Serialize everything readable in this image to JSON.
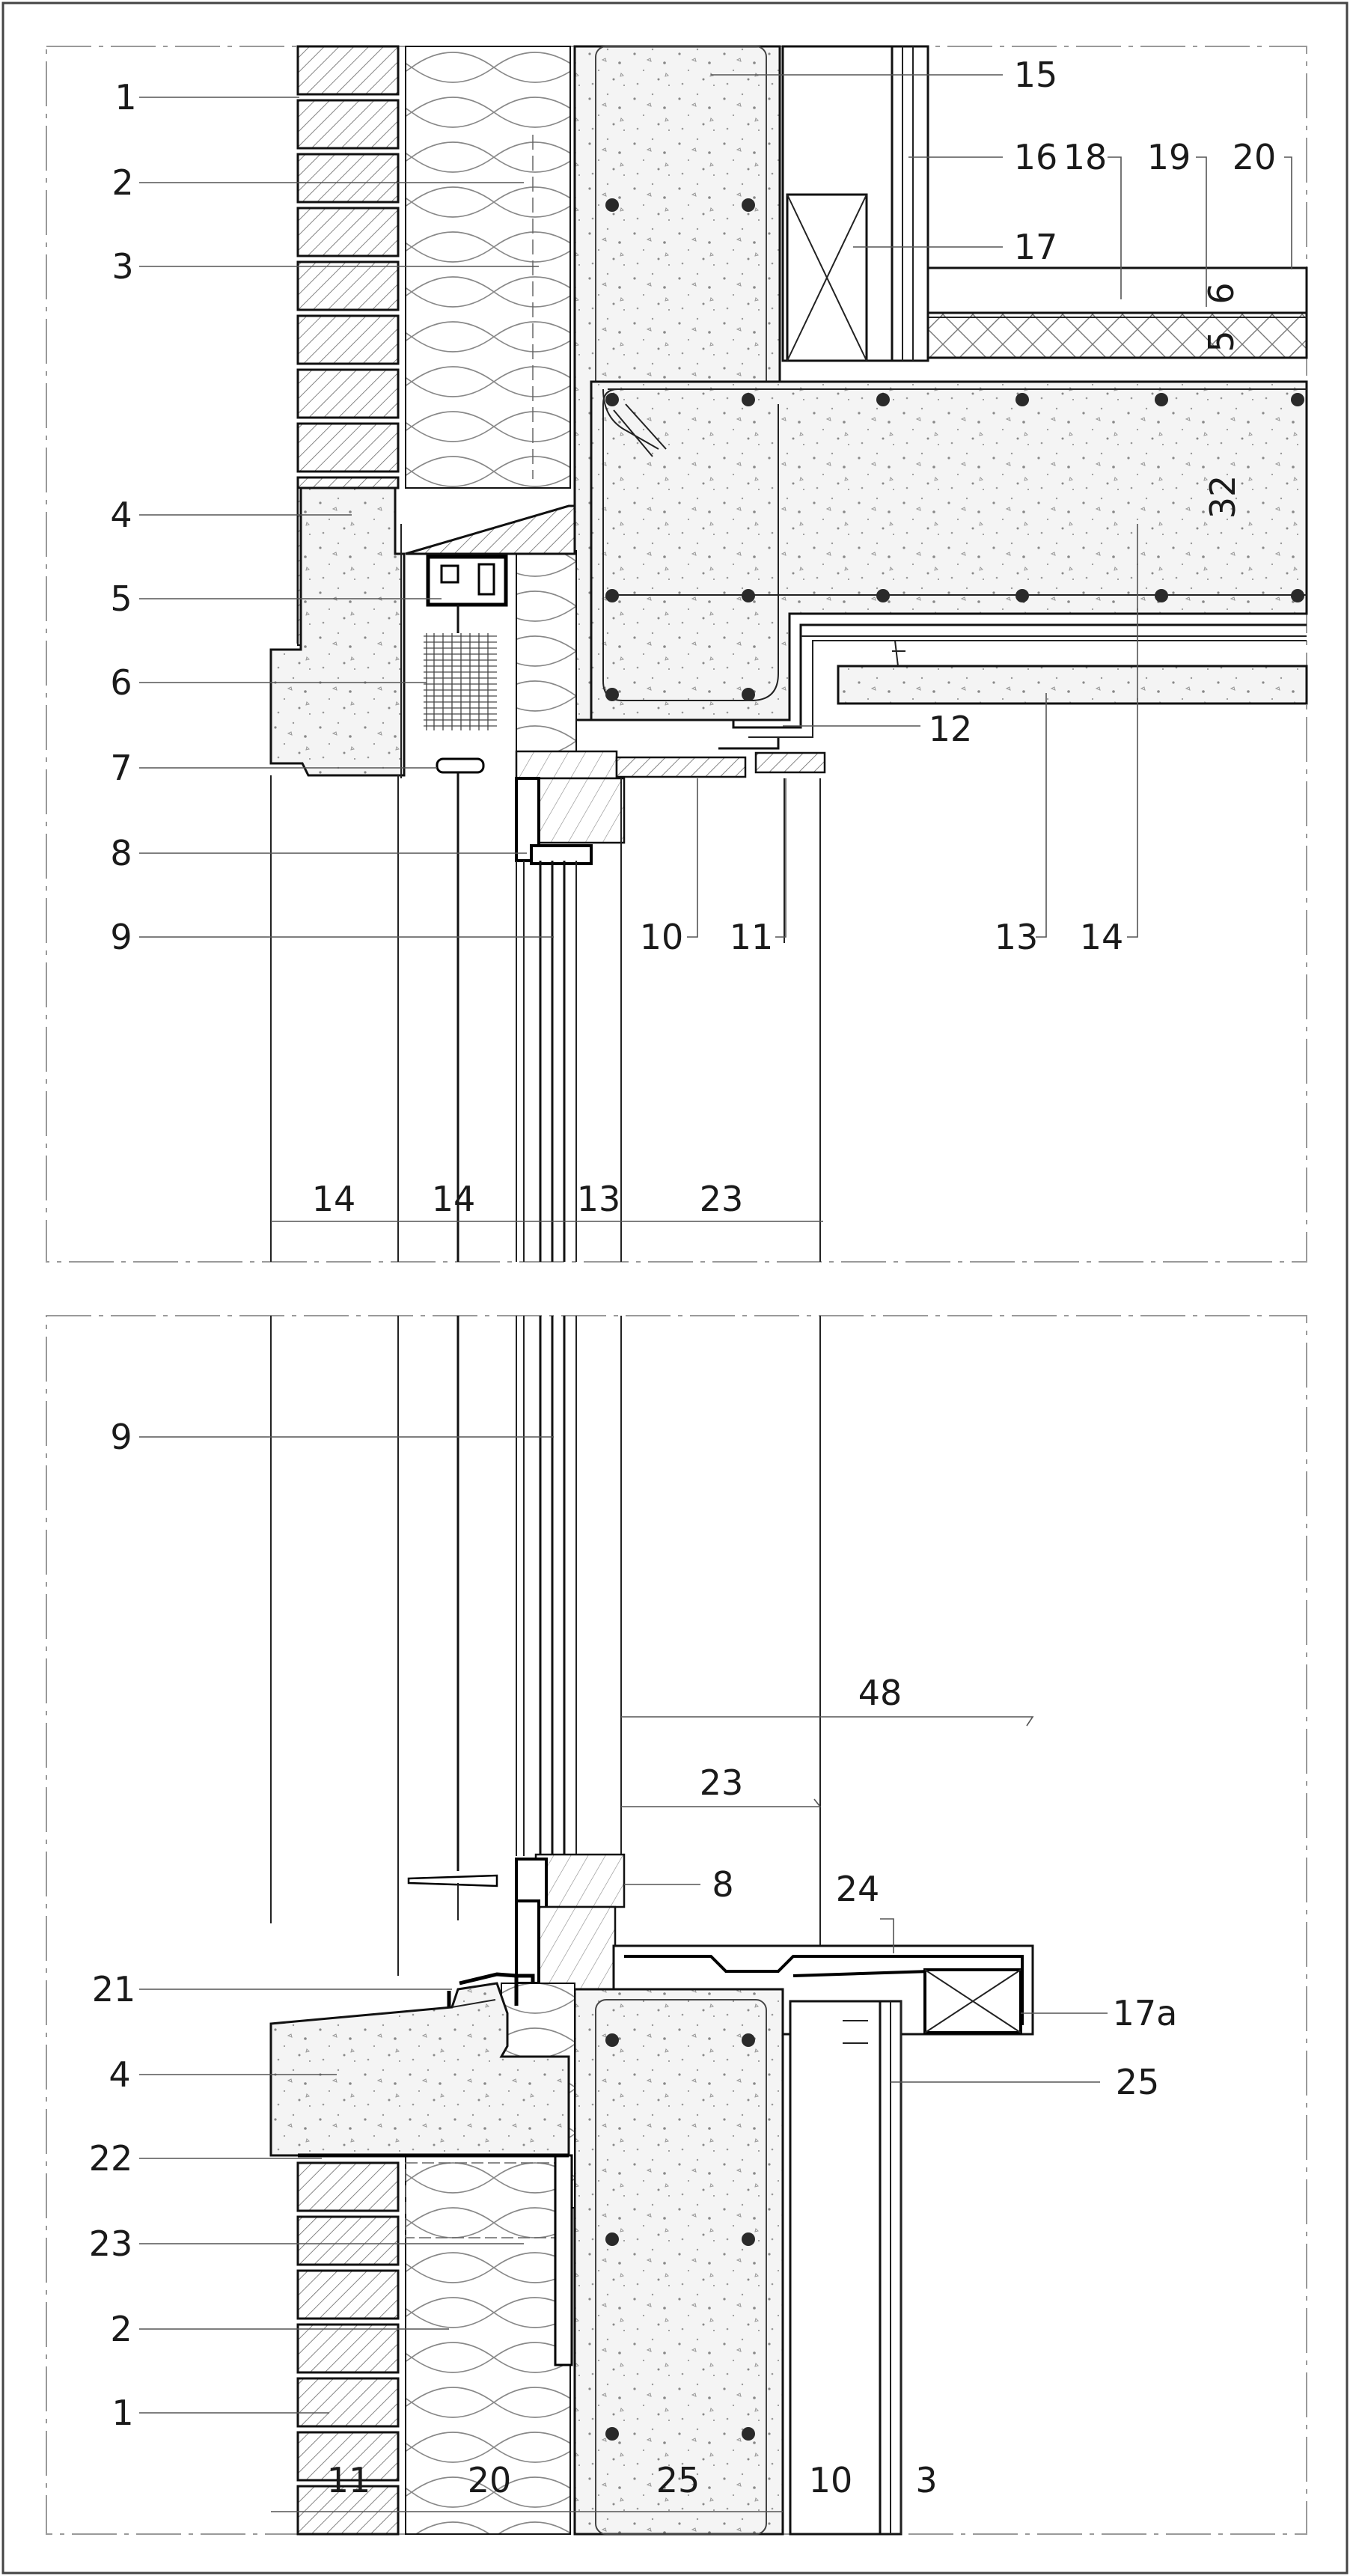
{
  "labels_top_left": [
    {
      "id": "label-1",
      "text": "1"
    },
    {
      "id": "label-2",
      "text": "2"
    },
    {
      "id": "label-3",
      "text": "3"
    },
    {
      "id": "label-4",
      "text": "4"
    },
    {
      "id": "label-5",
      "text": "5"
    },
    {
      "id": "label-6",
      "text": "6"
    },
    {
      "id": "label-7",
      "text": "7"
    },
    {
      "id": "label-8",
      "text": "8"
    },
    {
      "id": "label-9",
      "text": "9"
    }
  ],
  "labels_top_right": [
    {
      "id": "label-15",
      "text": "15"
    },
    {
      "id": "label-16",
      "text": "16"
    },
    {
      "id": "label-18",
      "text": "18"
    },
    {
      "id": "label-19",
      "text": "19"
    },
    {
      "id": "label-20",
      "text": "20"
    },
    {
      "id": "label-17",
      "text": "17"
    },
    {
      "id": "label-12",
      "text": "12"
    },
    {
      "id": "label-10",
      "text": "10"
    },
    {
      "id": "label-11",
      "text": "11"
    },
    {
      "id": "label-13",
      "text": "13"
    },
    {
      "id": "label-14",
      "text": "14"
    }
  ],
  "rotated_labels_top": [
    {
      "id": "label-v6",
      "text": "6"
    },
    {
      "id": "label-v5",
      "text": "5"
    },
    {
      "id": "label-v32",
      "text": "32"
    }
  ],
  "dimensions_top": [
    "14",
    "14",
    "13",
    "23"
  ],
  "labels_bottom_left": [
    {
      "id": "label-b9",
      "text": "9"
    },
    {
      "id": "label-b21",
      "text": "21"
    },
    {
      "id": "label-b4",
      "text": "4"
    },
    {
      "id": "label-b22",
      "text": "22"
    },
    {
      "id": "label-b23",
      "text": "23"
    },
    {
      "id": "label-b2",
      "text": "2"
    },
    {
      "id": "label-b1",
      "text": "1"
    }
  ],
  "labels_bottom_right": [
    {
      "id": "label-b48",
      "text": "48"
    },
    {
      "id": "label-b23r",
      "text": "23"
    },
    {
      "id": "label-b8",
      "text": "8"
    },
    {
      "id": "label-b24",
      "text": "24"
    },
    {
      "id": "label-b17a",
      "text": "17a"
    },
    {
      "id": "label-b25",
      "text": "25"
    }
  ],
  "dimensions_bottom": [
    "11",
    "20",
    "25",
    "10",
    "3"
  ]
}
